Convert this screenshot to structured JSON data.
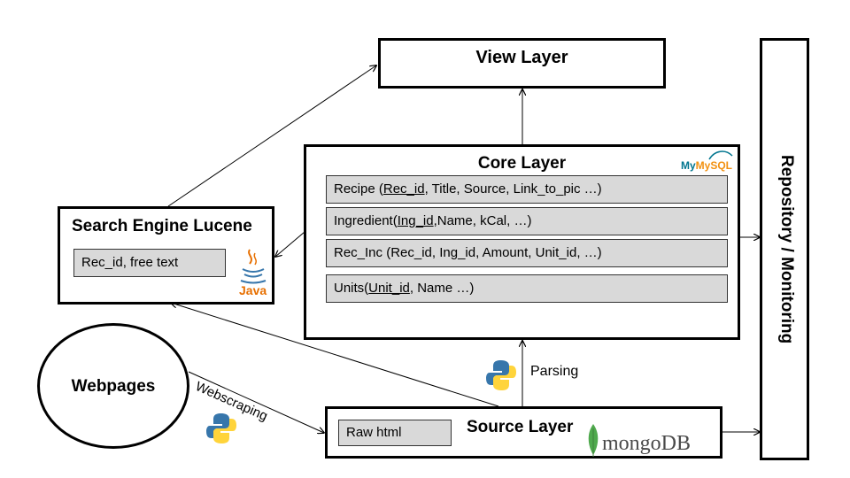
{
  "view_layer": {
    "title": "View Layer"
  },
  "core_layer": {
    "title": "Core Layer",
    "mysql_logo": "MySQL",
    "tables": [
      {
        "prefix": "Recipe (",
        "key": "Rec_id",
        "rest": ", Title, Source, Link_to_pic …)"
      },
      {
        "prefix": "Ingredient(",
        "key": "Ing_id",
        "rest": ",Name,  kCal, …)"
      },
      {
        "prefix": "Rec_Inc (Rec_id, Ing_id, Amount, Unit_id, …)",
        "key": "",
        "rest": ""
      },
      {
        "prefix": "Units(",
        "key": "Unit_id",
        "rest": ", Name …)"
      }
    ]
  },
  "search_engine": {
    "title": "Search Engine Lucene",
    "field": "Rec_id, free text",
    "java_logo": "Java"
  },
  "repository": {
    "title": "Repository / Monitoring"
  },
  "webpages": {
    "title": "Webpages"
  },
  "source_layer": {
    "title": "Source Layer",
    "field": "Raw html",
    "mongo_logo": "mongoDB"
  },
  "edges": {
    "parsing": "Parsing",
    "webscraping": "Webscraping"
  },
  "colors": {
    "java_orange": "#e76f00",
    "python_blue": "#3776ab",
    "python_yellow": "#ffd43b",
    "mongo_green": "#4fa94d",
    "mysql_blue": "#00758f",
    "mysql_orange": "#f29111"
  }
}
